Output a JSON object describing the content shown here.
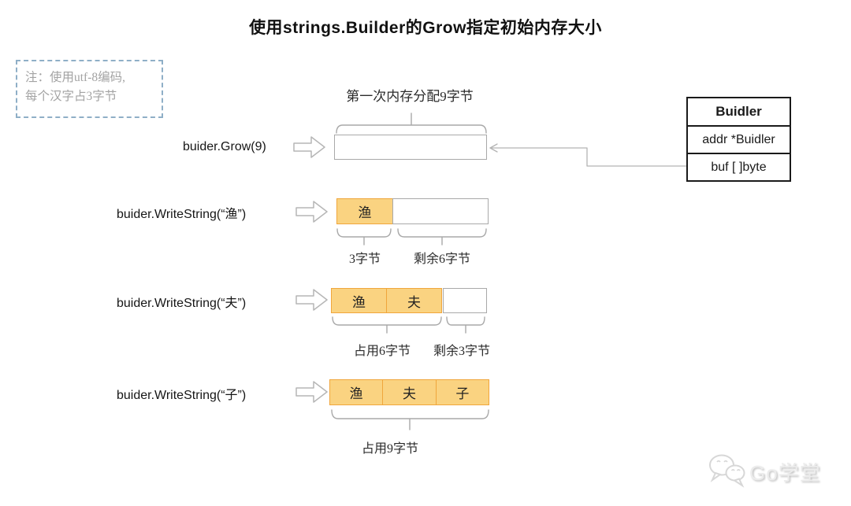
{
  "title": "使用strings.Builder的Grow指定初始内存大小",
  "note": {
    "line1": "注：使用utf-8编码,",
    "line2": "每个汉字占3字节"
  },
  "struct_box": {
    "title": "Buidler",
    "fields": [
      "addr *Buidler",
      "buf [ ]byte"
    ]
  },
  "rows": [
    {
      "label": "buider.Grow(9)",
      "caption_top": "第一次内存分配9字节",
      "cells": []
    },
    {
      "label": "buider.WriteString(“渔”)",
      "cells": [
        "渔"
      ],
      "caption_used": "3字节",
      "caption_free": "剩余6字节"
    },
    {
      "label": "buider.WriteString(“夫”)",
      "cells": [
        "渔",
        "夫"
      ],
      "caption_used": "占用6字节",
      "caption_free": "剩余3字节"
    },
    {
      "label": "buider.WriteString(“子”)",
      "cells": [
        "渔",
        "夫",
        "子"
      ],
      "caption_used": "占用9字节"
    }
  ],
  "watermark": {
    "label": "Go学堂"
  },
  "colors": {
    "cell-fill": "#fad381",
    "cell-border": "#f0a63c",
    "line-gray": "#a9a9a9",
    "note-border": "#8fafc7",
    "note-text": "#a3a3a3"
  }
}
